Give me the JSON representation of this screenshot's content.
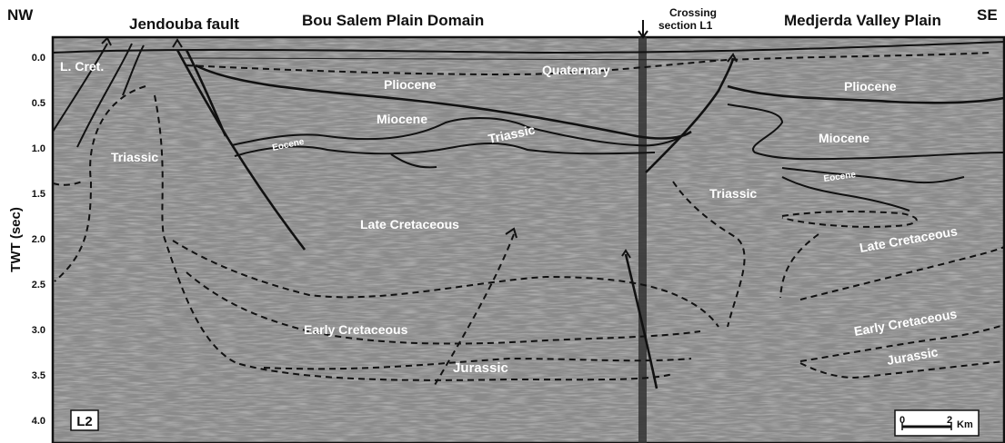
{
  "header": {
    "nw": "NW",
    "se": "SE",
    "jendouba_fault": "Jendouba fault",
    "bou_salem": "Bou Salem Plain Domain",
    "crossing_line1": "Crossing",
    "crossing_line2": "section L1",
    "medjerda": "Medjerda Valley Plain"
  },
  "y_axis": {
    "label": "TWT (sec)",
    "ticks": [
      "0.0",
      "0.5",
      "1.0",
      "1.5",
      "2.0",
      "2.5",
      "3.0",
      "3.5",
      "4.0"
    ]
  },
  "section_label": "L2",
  "scale_bar": {
    "start": "0",
    "end": "2",
    "unit": "Km"
  },
  "units": {
    "l_cret": "L. Cret.",
    "triassic_left": "Triassic",
    "pliocene_left": "Pliocene",
    "quaternary": "Quaternary",
    "miocene_left": "Miocene",
    "eocene_left": "Eocene",
    "triassic_mid": "Triassic",
    "late_cret_mid": "Late Cretaceous",
    "early_cret_mid": "Early Cretaceous",
    "jurassic_mid": "Jurassic",
    "pliocene_right": "Pliocene",
    "miocene_right": "Miocene",
    "eocene_right": "Eocene",
    "triassic_right": "Triassic",
    "late_cret_right": "Late Cretaceous",
    "early_cret_right": "Early Cretaceous",
    "jurassic_right": "Jurassic"
  },
  "colors": {
    "seismic_bg": "#8c8c8c",
    "ink": "#111111",
    "label": "#ffffff"
  }
}
